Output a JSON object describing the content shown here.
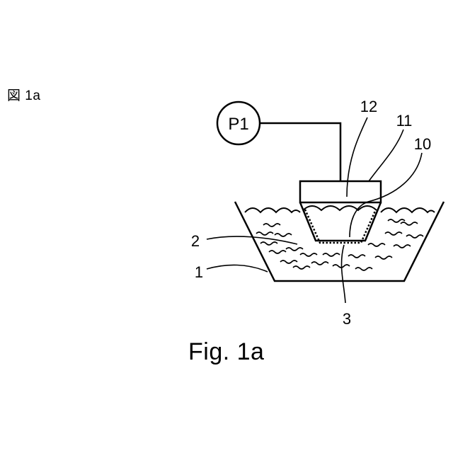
{
  "header": {
    "figure_ref": "図 1a"
  },
  "figure": {
    "caption": "Fig. 1a",
    "pump_label": "P1",
    "reference_numerals": {
      "container": "1",
      "liquid": "2",
      "sample": "3",
      "membrane": "10",
      "housing": "11",
      "chamber": "12"
    }
  },
  "colors": {
    "line": "#000000",
    "background": "#ffffff"
  }
}
